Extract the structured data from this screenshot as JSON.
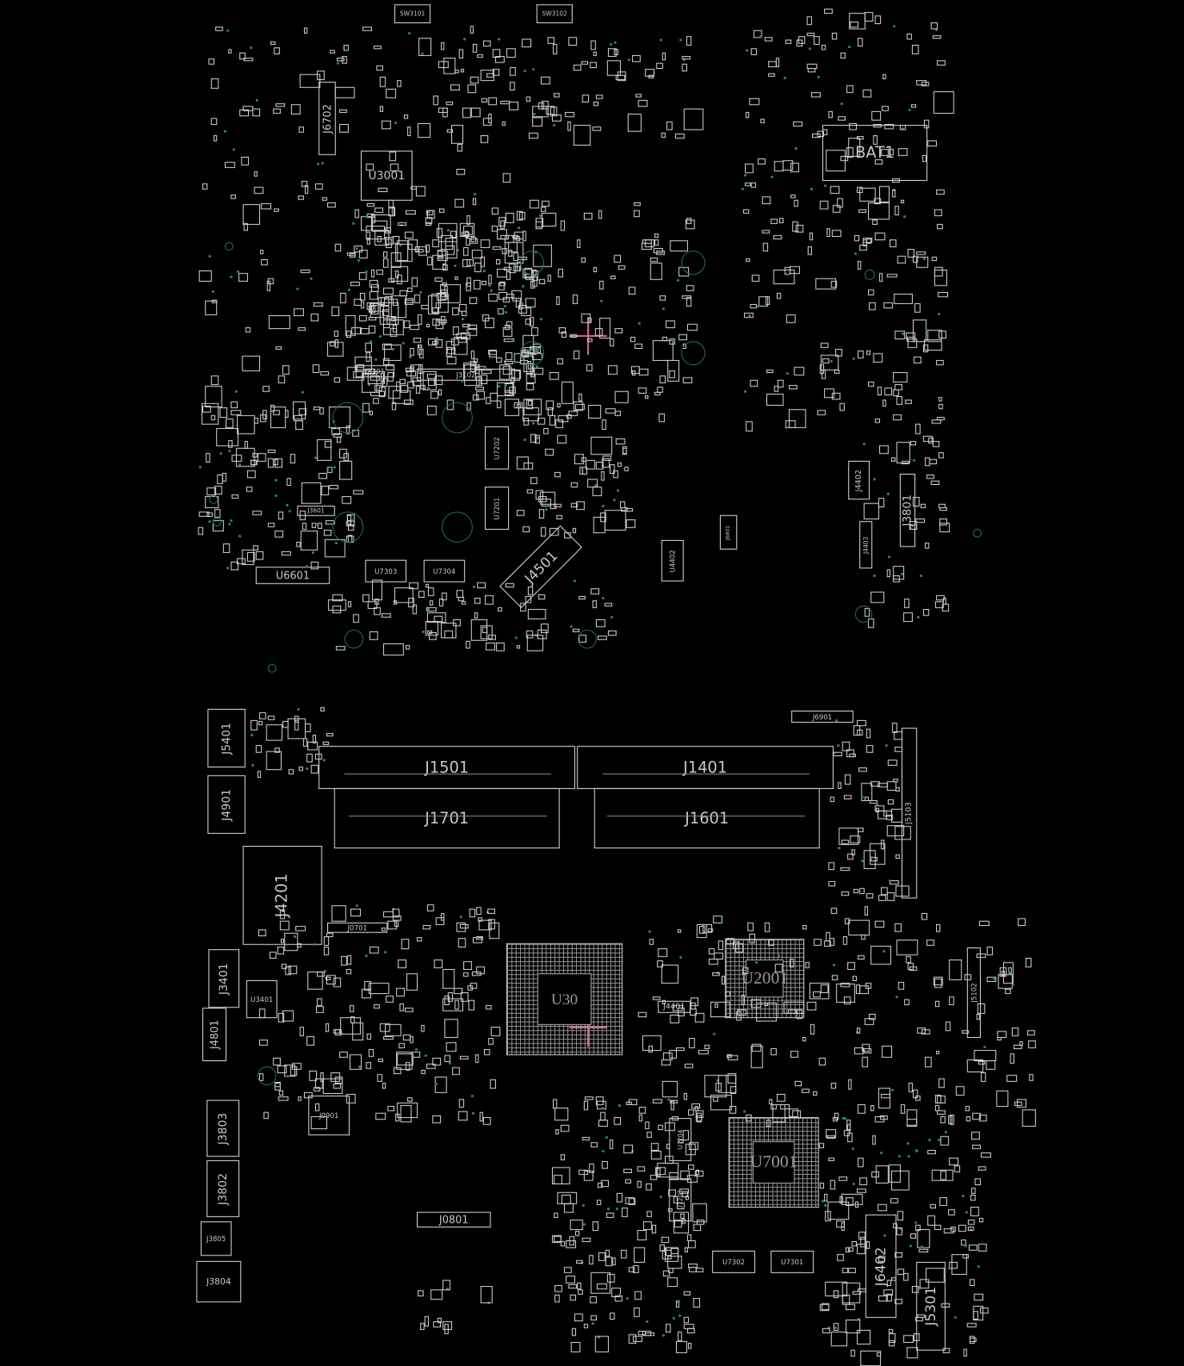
{
  "viewer": {
    "title": "Board view"
  },
  "components": [
    {
      "ref": "SW3101"
    },
    {
      "ref": "SW3102"
    },
    {
      "ref": "J6702"
    },
    {
      "ref": "U3001"
    },
    {
      "ref": "BAT1"
    },
    {
      "ref": "J3101"
    },
    {
      "ref": "J3102"
    },
    {
      "ref": "U7202"
    },
    {
      "ref": "U7201"
    },
    {
      "ref": "J4501"
    },
    {
      "ref": "U6601"
    },
    {
      "ref": "U7303"
    },
    {
      "ref": "U7304"
    },
    {
      "ref": "J3601"
    },
    {
      "ref": "J3801"
    },
    {
      "ref": "J4402"
    },
    {
      "ref": "J4403"
    },
    {
      "ref": "U4402"
    },
    {
      "ref": "J6801"
    },
    {
      "ref": "J5401"
    },
    {
      "ref": "J4901"
    },
    {
      "ref": "J1501"
    },
    {
      "ref": "J1401"
    },
    {
      "ref": "J1701"
    },
    {
      "ref": "J1601"
    },
    {
      "ref": "J6901"
    },
    {
      "ref": "J5103"
    },
    {
      "ref": "J4201"
    },
    {
      "ref": "J0701"
    },
    {
      "ref": "J3401"
    },
    {
      "ref": "U3401"
    },
    {
      "ref": "J4801"
    },
    {
      "ref": "U30"
    },
    {
      "ref": "U2001"
    },
    {
      "ref": "J4401"
    },
    {
      "ref": "J5102"
    },
    {
      "ref": "J3803"
    },
    {
      "ref": "J3802"
    },
    {
      "ref": "J3805"
    },
    {
      "ref": "J3804"
    },
    {
      "ref": "J0901"
    },
    {
      "ref": "J0801"
    },
    {
      "ref": "U7204"
    },
    {
      "ref": "U7203"
    },
    {
      "ref": "U7001"
    },
    {
      "ref": "U7302"
    },
    {
      "ref": "U7301"
    },
    {
      "ref": "J6402"
    },
    {
      "ref": "J5301"
    }
  ],
  "colors": {
    "outline": "#d6d6d6",
    "via": "#1f6b63",
    "cursor": "#d86a86",
    "background": "#000000"
  }
}
